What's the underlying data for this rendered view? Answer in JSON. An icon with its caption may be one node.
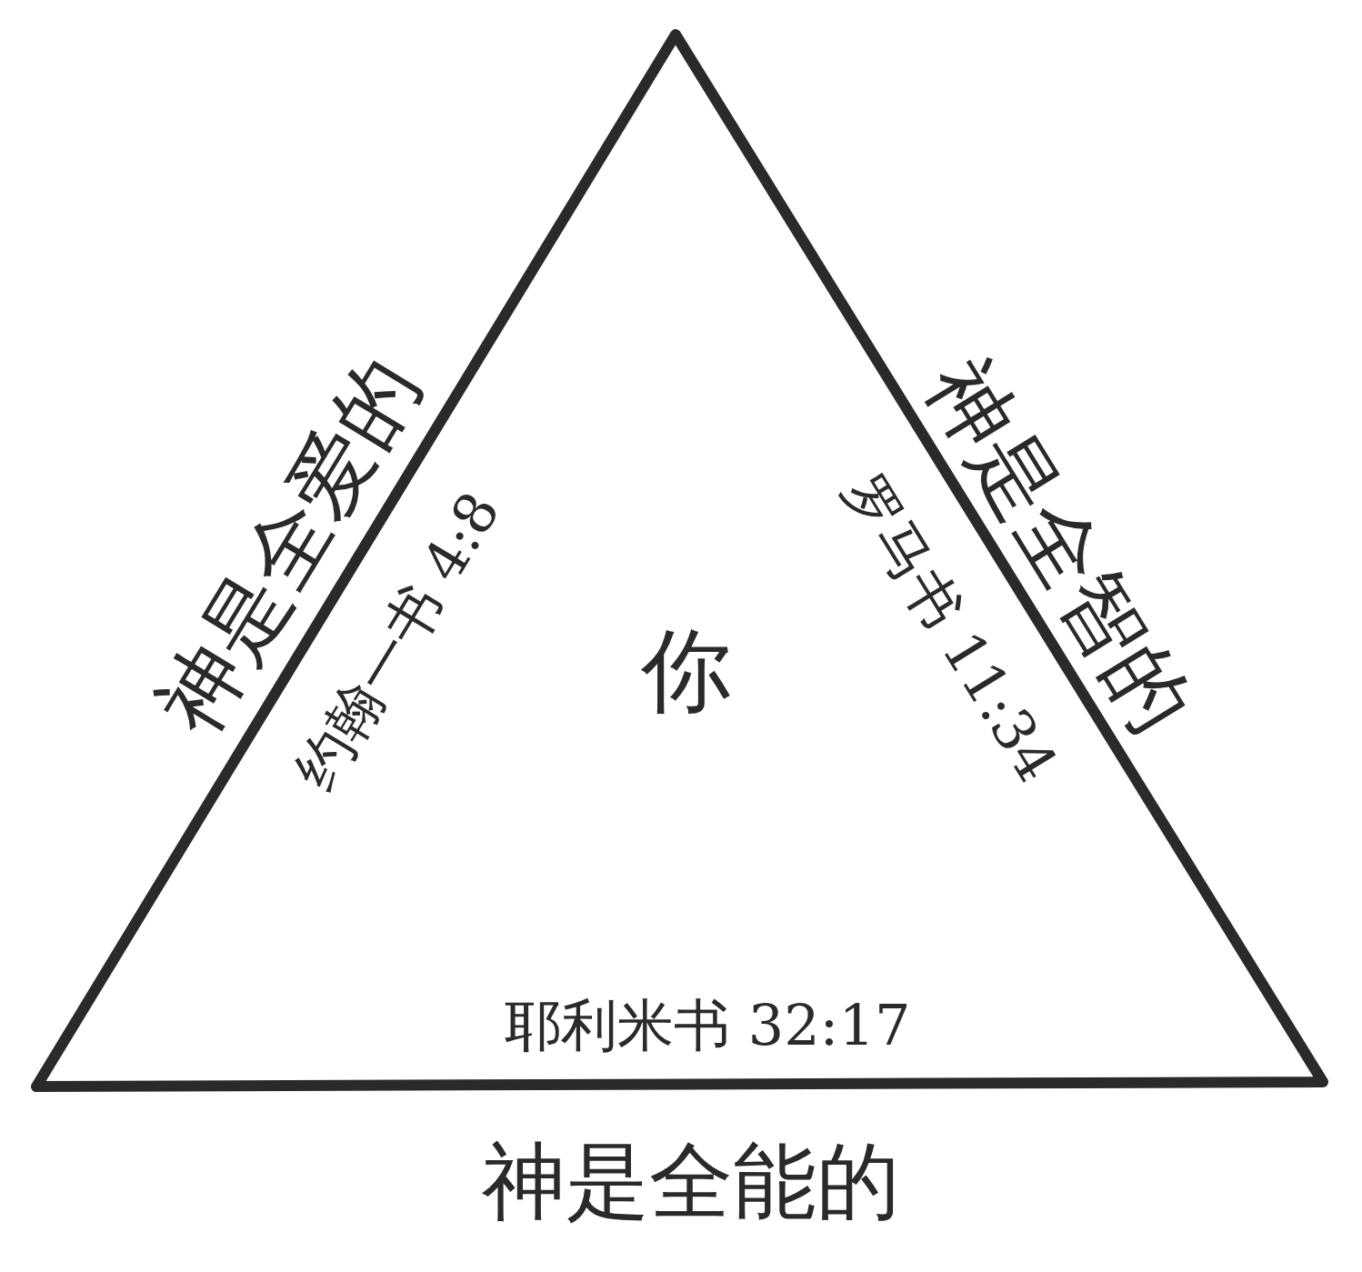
{
  "diagram": {
    "nodes": [
      {
        "text": [
          "你"
        ]
      }
    ],
    "labels": [
      "神是全爱的",
      "约翰一书 4:8",
      "神是全智的",
      "罗马书 11:34",
      "耶利米书 32:17",
      "神是全能的"
    ]
  }
}
